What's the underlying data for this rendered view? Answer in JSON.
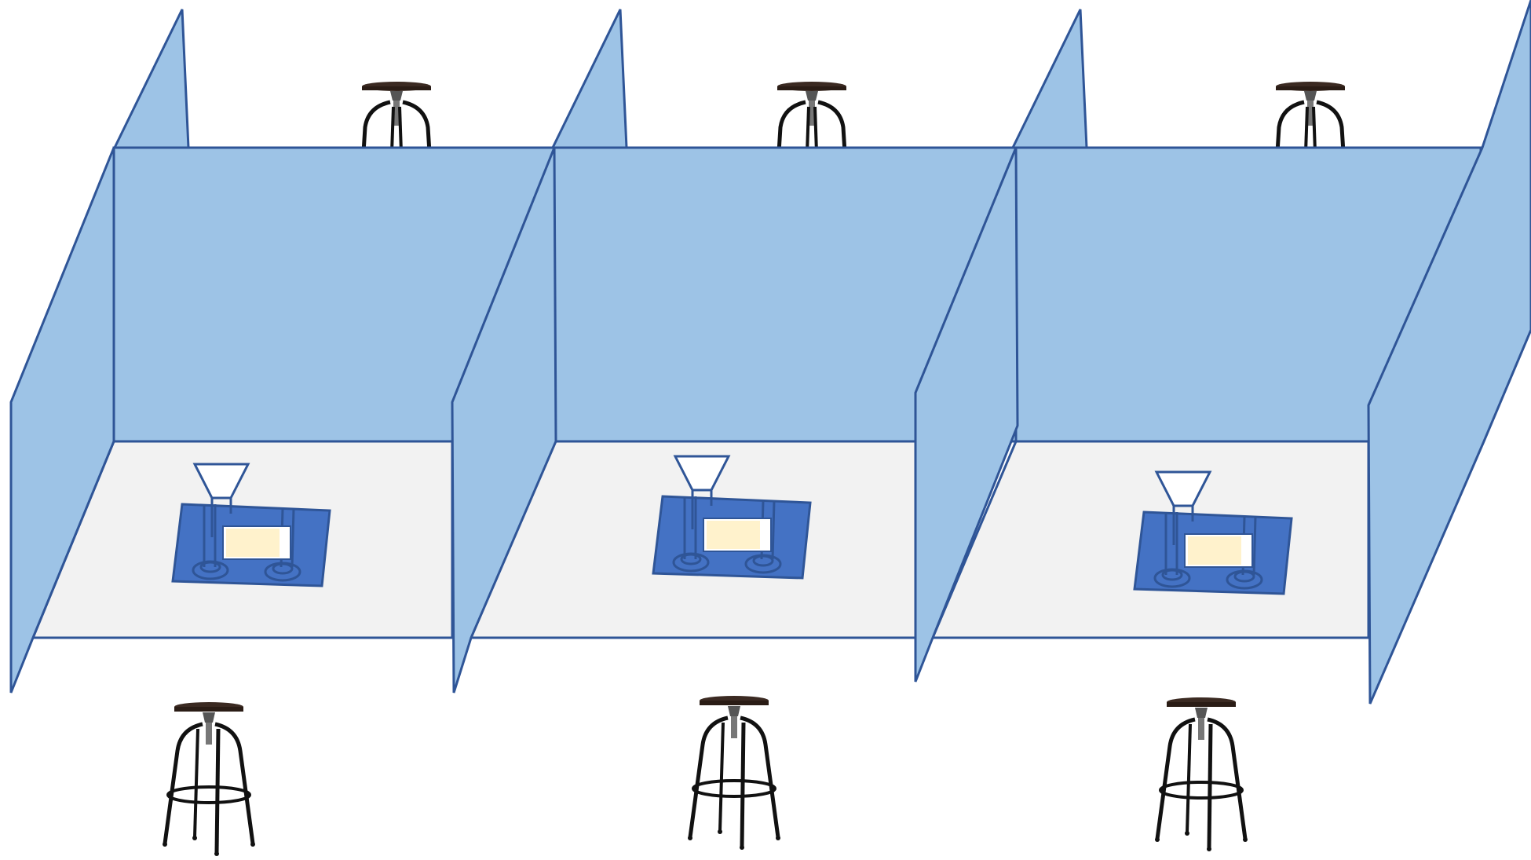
{
  "scene": {
    "type": "booth-layout",
    "booth_count": 3,
    "stool_count": 6,
    "colors": {
      "panel_fill": "#9DC3E6",
      "panel_stroke": "#2F5597",
      "floor_fill": "#F2F2F2",
      "mat_fill": "#4472C4",
      "screen_fill": "#FFF2CC",
      "stool_seat": "#3b2a22",
      "stool_frame": "#111111",
      "background": "#FFFFFF"
    },
    "booths": [
      {
        "id": "booth-1",
        "has_device": true,
        "has_back_stool": true,
        "has_front_stool": true
      },
      {
        "id": "booth-2",
        "has_device": true,
        "has_back_stool": true,
        "has_front_stool": true
      },
      {
        "id": "booth-3",
        "has_device": true,
        "has_back_stool": true,
        "has_front_stool": true
      }
    ],
    "icons": {
      "stool": "stool-icon",
      "device": "device-icon"
    }
  }
}
